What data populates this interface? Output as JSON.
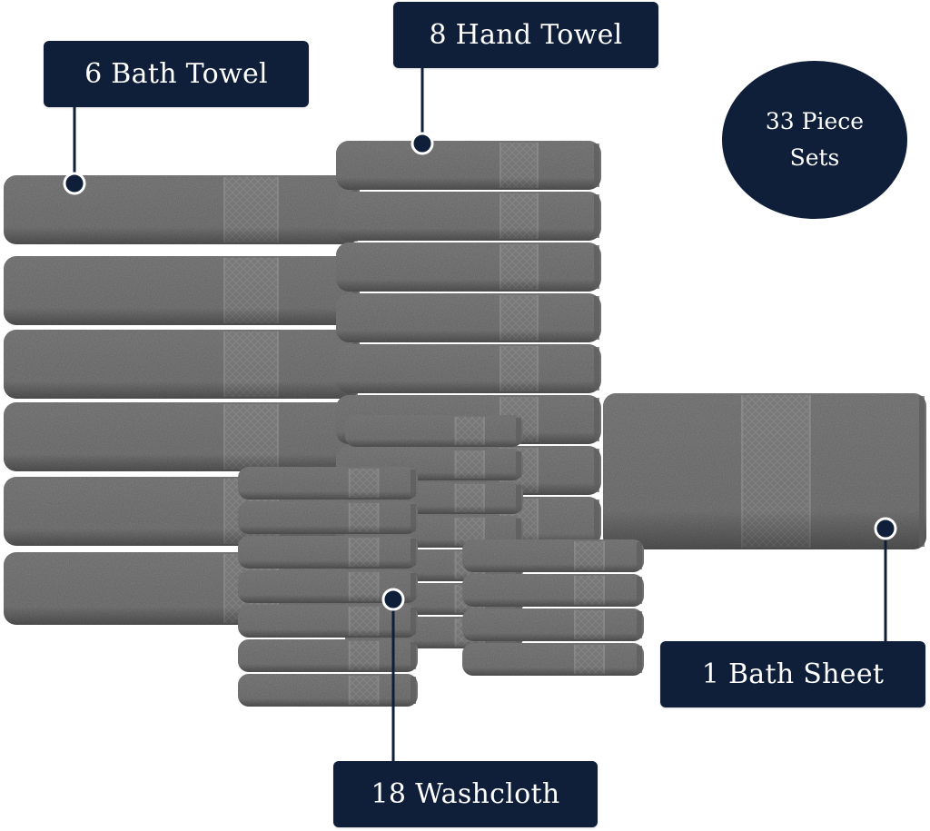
{
  "labels": {
    "bath_towel": "6 Bath Towel",
    "hand_towel": "8 Hand Towel",
    "bath_sheet": "1 Bath Sheet",
    "washcloth": "18 Washcloth"
  },
  "badge": {
    "line1": "33 Piece",
    "line2": "Sets"
  },
  "counts": {
    "bath_towel": 6,
    "hand_towel": 8,
    "bath_sheet": 1,
    "washcloth": 18,
    "total": 33
  },
  "colors": {
    "navy": "#0f1f3a",
    "towel_gray": "#6d6d6d",
    "background": "#ffffff"
  }
}
